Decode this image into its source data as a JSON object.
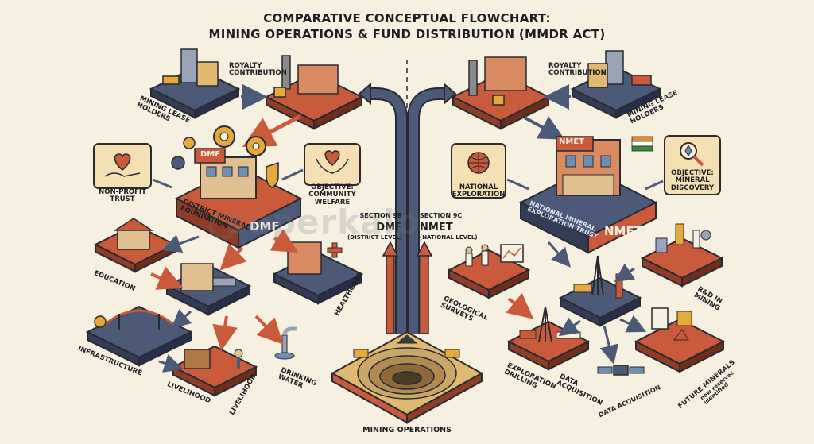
{
  "title": {
    "line1": "COMPARATIVE CONCEPTUAL FLOWCHART:",
    "line2": "MINING OPERATIONS & FUND DISTRIBUTION (MMDR ACT)"
  },
  "left": {
    "royalty": "ROYALTY\nCONTRIBUTION",
    "lease_holders": "MINING LEASE\nHOLDERS",
    "dmf_sign": "DMF",
    "dmf_base": "DISTRICT MINERAL\nFOUNDATION",
    "dmf_big": "DMF",
    "nonprofit": "NON-PROFIT\nTRUST",
    "objective": "OBJECTIVE:\nCOMMUNITY\nWELFARE",
    "education": "EDUCATION",
    "healthcare": "HEALTHCARE",
    "infrastructure": "INFRASTRUCTURE",
    "livelihood1": "LIVELIHOOD",
    "livelihood2": "LIVELIHOOD",
    "drinking_water": "DRINKING\nWATER"
  },
  "center": {
    "sec9b": "SECTION 9B",
    "dmf": "DMF",
    "district": "(DISTRICT LEVEL)",
    "sec9c": "SECTION 9C",
    "nmet": "NMET",
    "national": "(NATIONAL LEVEL)",
    "mining_ops": "MINING OPERATIONS"
  },
  "right": {
    "royalty": "ROYALTY\nCONTRIBUTION",
    "lease_holders": "MINING LEASE\nHOLDERS",
    "nmet_sign": "NMET",
    "nmet_base": "NATIONAL MINERAL\nEXPLORATION TRUST",
    "nmet_big": "NMET",
    "national_exploration": "NATIONAL\nEXPLORATION",
    "objective": "OBJECTIVE:\nMINERAL\nDISCOVERY",
    "geological": "GEOLOGICAL\nSURVEYS",
    "rnd": "R&D IN\nMINING",
    "exploration": "EXPLORATION\nDRILLING",
    "data_acq1": "DATA\nACQUISITION",
    "data_acq2": "DATA ACQUISITION",
    "future": "FUTURE MINERALS",
    "future_sub": "new reserves\nidentified"
  },
  "watermark": "superkalo",
  "colors": {
    "background": "#f6f0e0",
    "terracotta": "#c95a3c",
    "slate": "#4c5a78",
    "cream": "#f4e0b2",
    "outline": "#2a2a30"
  }
}
